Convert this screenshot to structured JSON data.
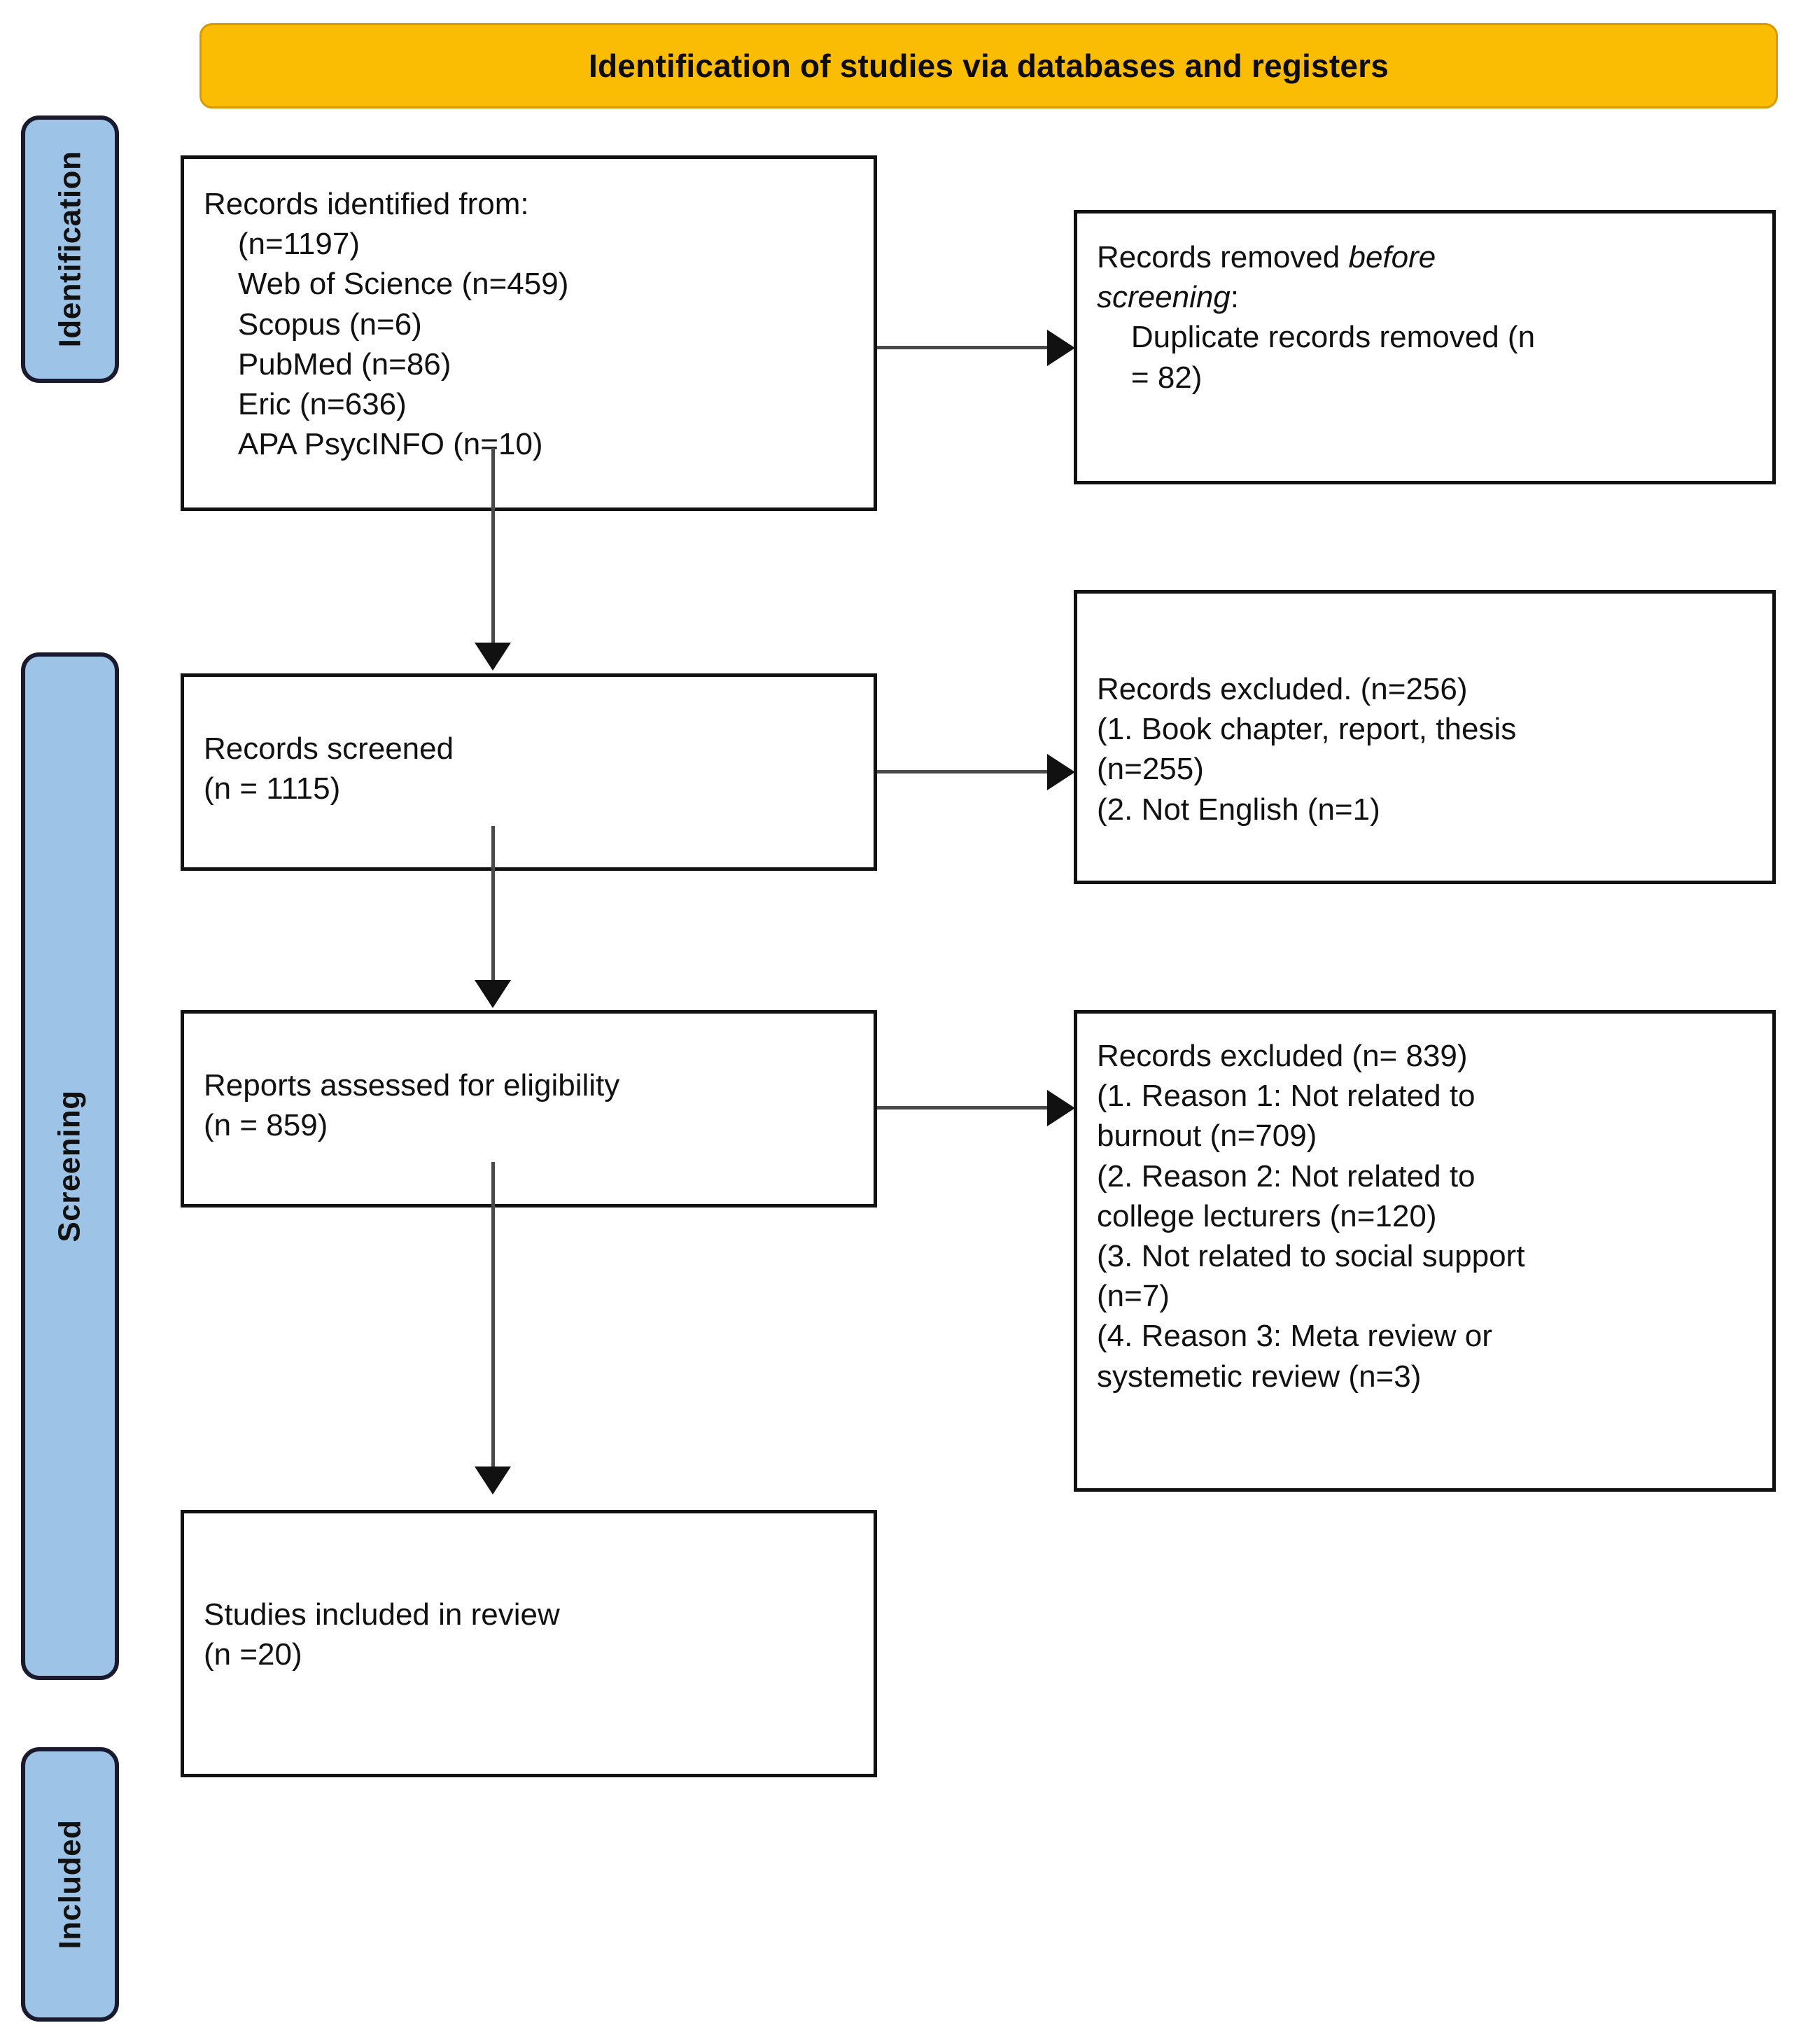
{
  "banner": {
    "title": "Identification of studies via databases and registers",
    "background_color": "#FBBC04"
  },
  "stages": {
    "identification": "Identification",
    "screening": "Screening",
    "included": "Included",
    "color": "#9DC3E6"
  },
  "boxes": {
    "identified": {
      "name": "Records identified from",
      "text": "Records identified from:\n    (n=1197)\n    Web of Science (n=459)\n    Scopus (n=6)\n    PubMed (n=86)\n    Eric (n=636)\n    APA PsycINFO (n=10)"
    },
    "removed": {
      "name": "Records removed before screening",
      "line1_plain": "Records removed ",
      "line1_italic": "before",
      "line2_italic": "screening",
      "line2_plain": ":",
      "line3": "    Duplicate records removed (n\n    = 82)"
    },
    "screened": {
      "name": "Records screened",
      "text": "Records screened\n(n = 1115)"
    },
    "excluded_screening": {
      "name": "Records excluded at screening",
      "text": "Records excluded. (n=256)\n(1. Book chapter, report, thesis\n(n=255)\n(2. Not English (n=1)"
    },
    "eligibility": {
      "name": "Reports assessed for eligibility",
      "text": "Reports assessed for eligibility\n(n = 859)"
    },
    "excluded_eligibility": {
      "name": "Records excluded at eligibility",
      "text": "Records excluded (n= 839)\n(1. Reason 1: Not related to\nburnout (n=709)\n(2. Reason 2: Not related to\ncollege lecturers (n=120)\n(3. Not related to social support\n(n=7)\n(4. Reason 3: Meta review or\nsystemetic review (n=3)"
    },
    "included": {
      "name": "Studies included in review",
      "text": "Studies included in review\n(n =20)"
    }
  },
  "counts": {
    "total_identified": 1197,
    "web_of_science": 459,
    "scopus": 6,
    "pubmed": 86,
    "eric": 636,
    "apa_psycinfo": 10,
    "duplicates_removed": 82,
    "records_screened": 1115,
    "records_excluded_screening": 256,
    "book_chapter_report_thesis": 255,
    "not_english": 1,
    "reports_assessed": 859,
    "records_excluded_eligibility": 839,
    "not_related_burnout": 709,
    "not_related_college_lecturers": 120,
    "not_related_social_support": 7,
    "meta_or_systematic_review": 3,
    "studies_included": 20
  }
}
